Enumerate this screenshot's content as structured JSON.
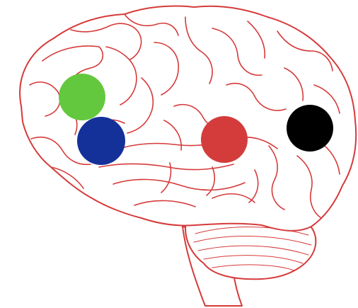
{
  "colors": {
    "background": "#ffffff",
    "brain_line": "#d63a3a"
  },
  "markers": [
    {
      "name": "marker-green",
      "color": "#63c83e"
    },
    {
      "name": "marker-blue",
      "color": "#14319a"
    },
    {
      "name": "marker-red",
      "color": "#d43c3c"
    },
    {
      "name": "marker-black",
      "color": "#000000"
    }
  ]
}
